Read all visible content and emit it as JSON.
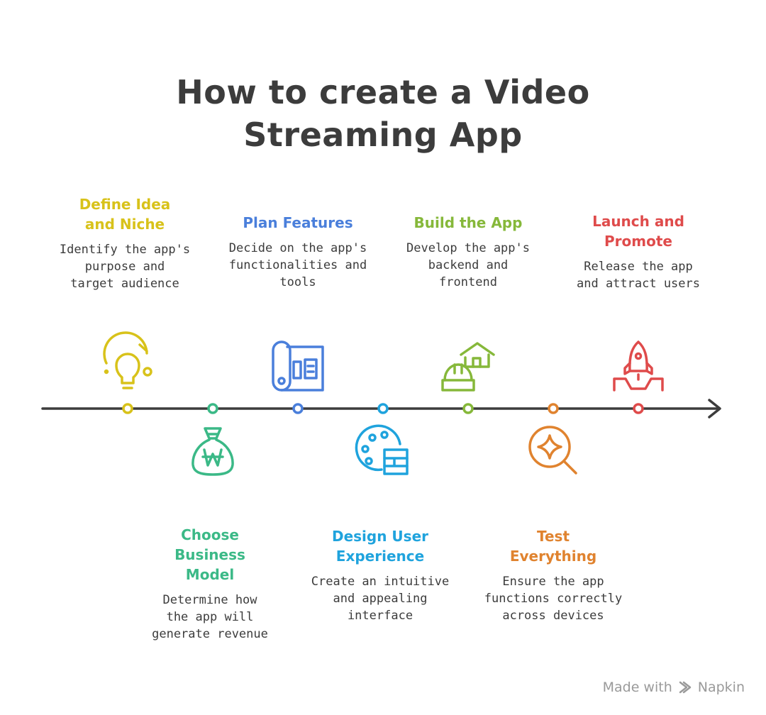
{
  "title_lines": [
    "How to create a Video",
    "Streaming App"
  ],
  "steps": [
    {
      "title": "Define Idea\nand Niche",
      "desc": "Identify the app's\npurpose and\ntarget audience",
      "color": "#d8c21a",
      "icon": "lightbulb-icon",
      "position": "top"
    },
    {
      "title": "Choose\nBusiness\nModel",
      "desc": "Determine how\nthe app will\ngenerate revenue",
      "color": "#3bb987",
      "icon": "money-bag-icon",
      "position": "bottom"
    },
    {
      "title": "Plan Features",
      "desc": "Decide on the app's\nfunctionalities and\ntools",
      "color": "#4a7fdb",
      "icon": "blueprint-icon",
      "position": "top"
    },
    {
      "title": "Design User\nExperience",
      "desc": "Create an intuitive\nand appealing\ninterface",
      "color": "#1fa3dd",
      "icon": "design-palette-icon",
      "position": "bottom"
    },
    {
      "title": "Build the App",
      "desc": "Develop the app's\nbackend and\nfrontend",
      "color": "#86b83a",
      "icon": "construction-icon",
      "position": "top"
    },
    {
      "title": "Test\nEverything",
      "desc": "Ensure the app\nfunctions correctly\nacross devices",
      "color": "#e0832f",
      "icon": "magnify-sparkle-icon",
      "position": "bottom"
    },
    {
      "title": "Launch and\nPromote",
      "desc": "Release the app\nand attract users",
      "color": "#df4b4b",
      "icon": "rocket-icon",
      "position": "top"
    }
  ],
  "footer": {
    "made_with": "Made with",
    "brand": "Napkin"
  }
}
